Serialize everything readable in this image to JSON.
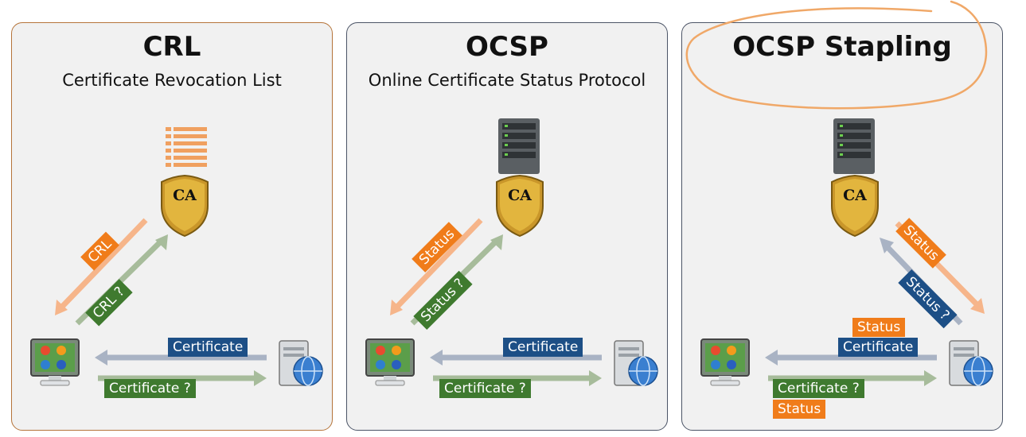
{
  "panels": [
    {
      "title": "CRL",
      "subtitle": "Certificate Revocation List",
      "ca_badge": "CA",
      "request_label": "CRL ?",
      "response_label": "CRL",
      "cert_label": "Certificate",
      "cert_request_label": "Certificate ?"
    },
    {
      "title": "OCSP",
      "subtitle": "Online Certificate Status Protocol",
      "ca_badge": "CA",
      "request_label": "Status ?",
      "response_label": "Status",
      "cert_label": "Certificate",
      "cert_request_label": "Certificate ?"
    },
    {
      "title": "OCSP Stapling",
      "subtitle": "",
      "ca_badge": "CA",
      "request_label": "Status ?",
      "response_label": "Status",
      "stapled_status_label": "Status",
      "cert_label": "Certificate",
      "cert_request_label": "Certificate ?",
      "client_status_label": "Status"
    }
  ],
  "colors": {
    "green": "#3f7a2f",
    "orange": "#f07c1a",
    "blue": "#1d4f86",
    "highlight": "#f0a868"
  },
  "icons": [
    "crl-list-icon",
    "server-tower-icon",
    "ca-shield-icon",
    "client-computer-icon",
    "web-server-icon"
  ]
}
